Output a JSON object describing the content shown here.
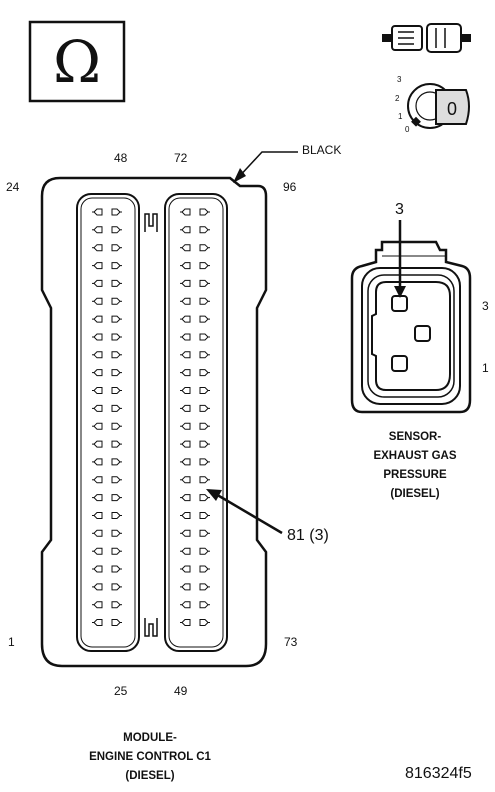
{
  "ohm_symbol": "Ω",
  "key_position": "0",
  "ignition_positions": [
    "3",
    "2",
    "1",
    "0"
  ],
  "ecm_connector": {
    "color_label": "BLACK",
    "pin_labels": {
      "top_inner_left": "48",
      "top_inner_right": "72",
      "top_outer_left": "24",
      "top_outer_right": "96",
      "bottom_outer_left": "1",
      "bottom_outer_right": "73",
      "bottom_inner_left": "25",
      "bottom_inner_right": "49"
    },
    "callout": "81 (3)",
    "caption": [
      "MODULE-",
      "ENGINE CONTROL C1",
      "(DIESEL)"
    ]
  },
  "sensor_connector": {
    "callout": "3",
    "pin_labels": {
      "upper": "3",
      "lower": "1"
    },
    "caption": [
      "SENSOR-",
      "EXHAUST GAS",
      "PRESSURE",
      "(DIESEL)"
    ]
  },
  "figure_id": "816324f5"
}
